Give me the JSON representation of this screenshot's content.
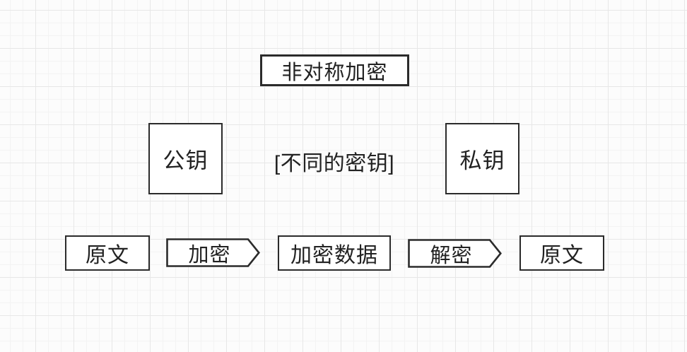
{
  "colors": {
    "background": "#fcfcfc",
    "grid_minor": "#f3f3f3",
    "grid_major": "#e7e7e7",
    "stroke": "#2b2b2b",
    "text": "#222222",
    "shape_fill": "#ffffff"
  },
  "diagram": {
    "title": "非对称加密",
    "keys": {
      "public_key": "公钥",
      "private_key": "私钥",
      "note": "[不同的密钥]"
    },
    "flow": {
      "source_plaintext": "原文",
      "encrypt_step": "加密",
      "encrypted_data": "加密数据",
      "decrypt_step": "解密",
      "result_plaintext": "原文"
    }
  }
}
